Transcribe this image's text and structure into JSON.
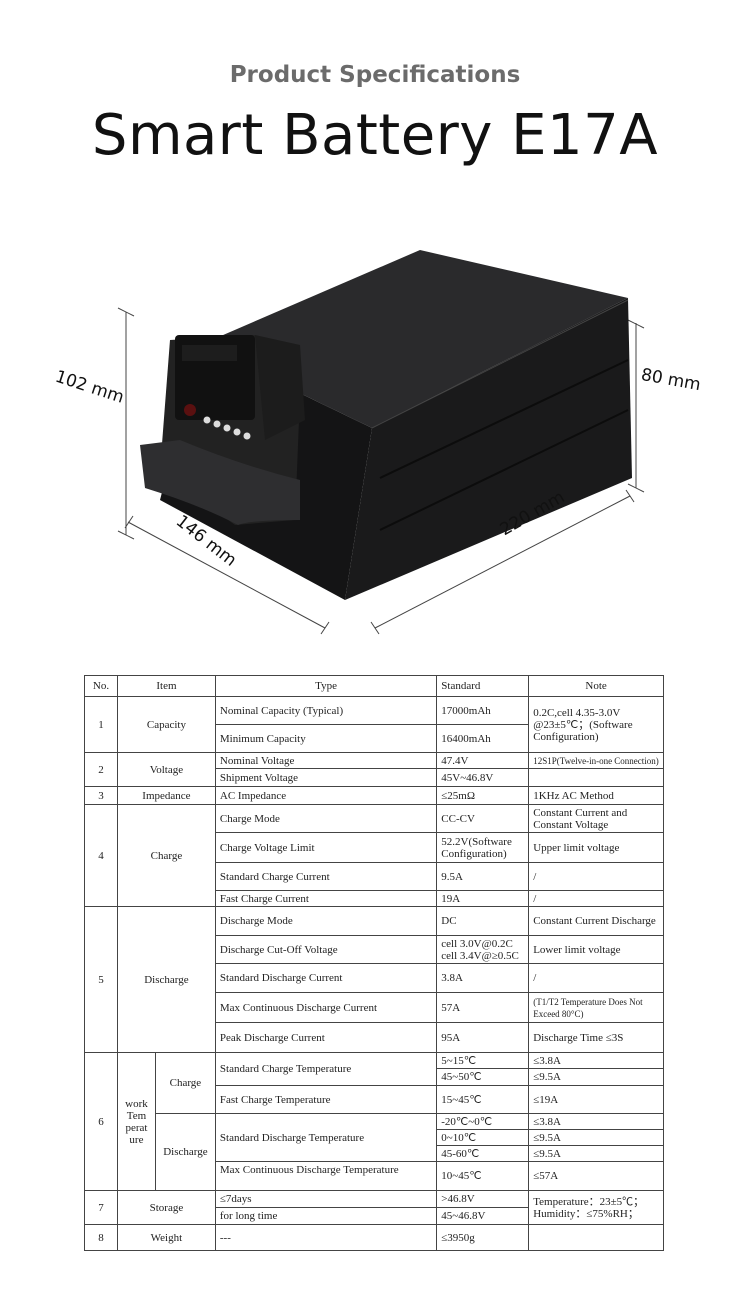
{
  "header": {
    "subtitle": "Product Specifications",
    "title": "Smart Battery E17A"
  },
  "dimensions": {
    "height_front": "102 mm",
    "height_rear": "80 mm",
    "width": "146 mm",
    "length": "220 mm"
  },
  "table": {
    "headers": {
      "no": "No.",
      "item": "Item",
      "type": "Type",
      "standard": "Standard",
      "note": "Note"
    },
    "capacity": {
      "no": "1",
      "item": "Capacity",
      "rows": [
        {
          "type": "Nominal Capacity (Typical)",
          "standard": "17000mAh"
        },
        {
          "type": "Minimum Capacity",
          "standard": "16400mAh"
        }
      ],
      "note": "0.2C,cell 4.35-3.0V @23±5℃；(Software Configuration)"
    },
    "voltage": {
      "no": "2",
      "item": "Voltage",
      "rows": [
        {
          "type": "Nominal Voltage",
          "standard": "47.4V",
          "note": "12S1P(Twelve-in-one Connection)"
        },
        {
          "type": "Shipment Voltage",
          "standard": "45V~46.8V",
          "note": ""
        }
      ]
    },
    "impedance": {
      "no": "3",
      "item": "Impedance",
      "type": "AC Impedance",
      "standard": "≤25mΩ",
      "note": "1KHz AC Method"
    },
    "charge": {
      "no": "4",
      "item": "Charge",
      "rows": [
        {
          "type": "Charge Mode",
          "standard": "CC-CV",
          "note": "Constant Current and Constant Voltage"
        },
        {
          "type": "Charge Voltage Limit",
          "standard": "52.2V(Software Configuration)",
          "note": "Upper limit voltage"
        },
        {
          "type": "Standard Charge Current",
          "standard": "9.5A",
          "note": "/"
        },
        {
          "type": "Fast Charge Current",
          "standard": "19A",
          "note": "/"
        }
      ]
    },
    "discharge": {
      "no": "5",
      "item": "Discharge",
      "rows": [
        {
          "type": "Discharge Mode",
          "standard": "DC",
          "note": "Constant Current Discharge"
        },
        {
          "type": "Discharge Cut-Off Voltage",
          "standard": "cell 3.0V@0.2C cell 3.4V@≥0.5C",
          "note": "Lower limit voltage"
        },
        {
          "type": "Standard Discharge Current",
          "standard": "3.8A",
          "note": "/"
        },
        {
          "type": "Max Continuous Discharge Current",
          "standard": "57A",
          "note": "(T1/T2 Temperature Does Not Exceed 80°C)"
        },
        {
          "type": "Peak Discharge Current",
          "standard": "95A",
          "note": "Discharge Time ≤3S"
        }
      ]
    },
    "temperature": {
      "no": "6",
      "item": "work Tem perat ure",
      "charge_label": "Charge",
      "discharge_label": "Discharge",
      "std_charge": {
        "type": "Standard Charge Temperature",
        "rows": [
          {
            "standard": "5~15℃",
            "note": "≤3.8A"
          },
          {
            "standard": "45~50℃",
            "note": "≤9.5A"
          }
        ]
      },
      "fast_charge": {
        "type": "Fast Charge Temperature",
        "standard": "15~45℃",
        "note": "≤19A"
      },
      "std_discharge": {
        "type": "Standard Discharge Temperature",
        "rows": [
          {
            "standard": "-20℃~0℃",
            "note": "≤3.8A"
          },
          {
            "standard": "0~10℃",
            "note": "≤9.5A"
          },
          {
            "standard": "45-60℃",
            "note": "≤9.5A"
          }
        ]
      },
      "max_discharge": {
        "type": "Max Continuous Discharge Temperature",
        "standard": "10~45℃",
        "note": "≤57A"
      }
    },
    "storage": {
      "no": "7",
      "item": "Storage",
      "rows": [
        {
          "type": "≤7days",
          "standard": ">46.8V"
        },
        {
          "type": "for long time",
          "standard": "45~46.8V"
        }
      ],
      "note": "Temperature：23±5℃；Humidity：≤75%RH；"
    },
    "weight": {
      "no": "8",
      "item": "Weight",
      "type": "---",
      "standard": "≤3950g",
      "note": ""
    }
  }
}
